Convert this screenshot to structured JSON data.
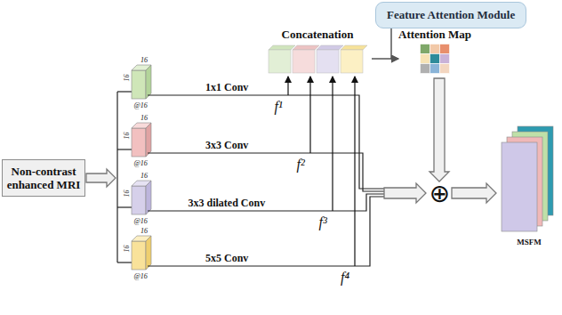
{
  "diagram": {
    "nodes": [
      {
        "text": [
          "Feature Attention Module"
        ]
      },
      {
        "text": [
          "Concatenation"
        ]
      },
      {
        "text": [
          "Attention Map"
        ]
      },
      {
        "text": [
          "Non-contrast enhanced MRI"
        ]
      },
      {
        "text": [
          "MSFM"
        ]
      }
    ],
    "edges": [
      {
        "from": 1,
        "to": 2,
        "arrow": "to"
      },
      {
        "from": 0,
        "to": 2,
        "arrow": "to"
      }
    ],
    "labels": [
      "16",
      "16",
      "@16",
      "16",
      "16",
      "@16",
      "16",
      "16",
      "@16",
      "16",
      "16",
      "@16",
      "1x1 Conv",
      "3x3 Conv",
      "3x3 dilated Conv",
      "5x5 Conv",
      "f¹",
      "f²",
      "f³",
      "f⁴",
      "⊕"
    ]
  }
}
